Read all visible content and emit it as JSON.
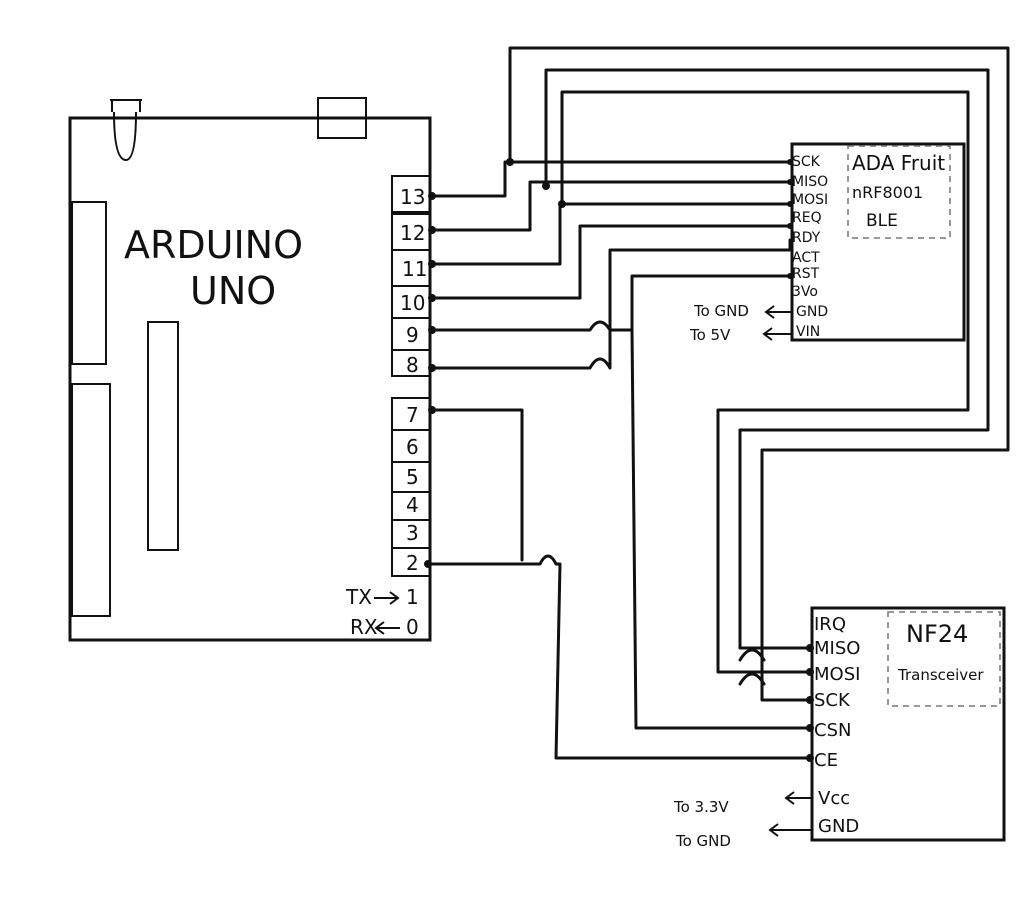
{
  "arduino": {
    "title_line1": "ARDUINO",
    "title_line2": "UNO",
    "pins": [
      "13",
      "12",
      "11",
      "10",
      "9",
      "8",
      "7",
      "6",
      "5",
      "4",
      "3",
      "2",
      "1",
      "0"
    ],
    "tx_label": "TX",
    "rx_label": "RX"
  },
  "ble_module": {
    "title_line1": "ADA Fruit",
    "title_line2": "nRF8001",
    "title_line3": "BLE",
    "pins": [
      "SCK",
      "MISO",
      "MOSI",
      "REQ",
      "RDY",
      "ACT",
      "RST",
      "3Vo",
      "GND",
      "VIN"
    ],
    "gnd_note": "To GND",
    "vin_note": "To 5V"
  },
  "nrf_module": {
    "title_line1": "NF24",
    "title_line2": "Transceiver",
    "pins": [
      "IRQ",
      "MISO",
      "MOSI",
      "SCK",
      "CSN",
      "CE",
      "Vcc",
      "GND"
    ],
    "vcc_note": "To 3.3V",
    "gnd_note": "To GND"
  },
  "colors": {
    "ink": "#111111",
    "paper": "#ffffff"
  }
}
